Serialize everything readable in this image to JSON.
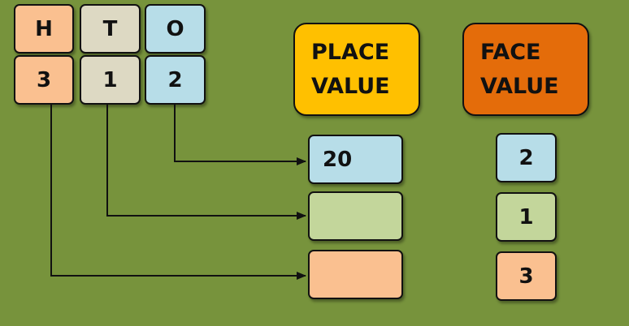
{
  "colors": {
    "background": "#77933c",
    "hundreds": "#fac090",
    "tens": "#ddd9c3",
    "ones": "#b7dde8",
    "place_value_header": "#ffc000",
    "face_value_header": "#e46c0a",
    "tens_place_value": "#c3d69b"
  },
  "place_chart": {
    "headers": [
      "H",
      "T",
      "O"
    ],
    "digits": [
      "3",
      "1",
      "2"
    ]
  },
  "place_value": {
    "title_line1": "PLACE",
    "title_line2": "VALUE",
    "values": [
      "20",
      "",
      ""
    ]
  },
  "face_value": {
    "title_line1": "FACE",
    "title_line2": "VALUE",
    "values": [
      "2",
      "1",
      "3"
    ]
  }
}
